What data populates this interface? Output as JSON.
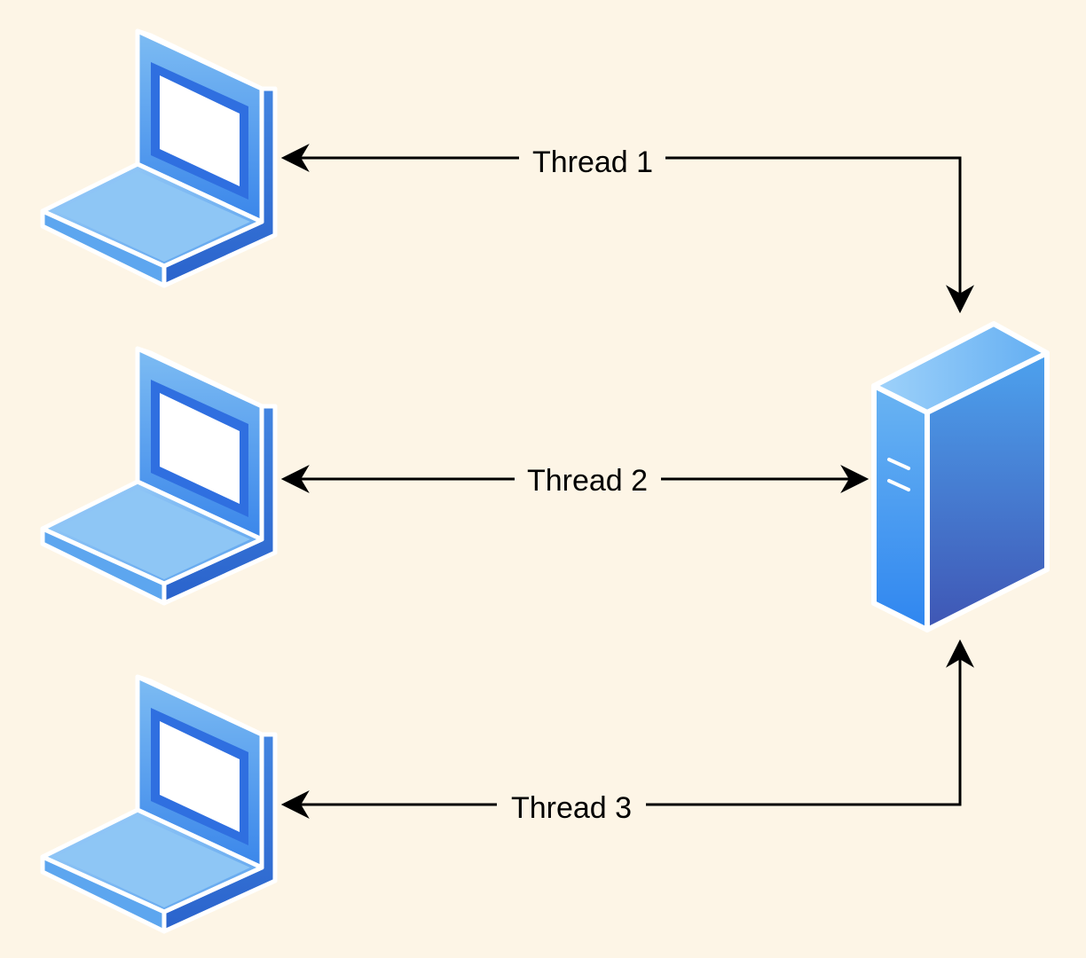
{
  "diagram": {
    "background": "#fdf5e6",
    "nodes": [
      {
        "id": "laptop-1",
        "icon": "laptop-icon"
      },
      {
        "id": "laptop-2",
        "icon": "laptop-icon"
      },
      {
        "id": "laptop-3",
        "icon": "laptop-icon"
      },
      {
        "id": "server",
        "icon": "server-icon"
      }
    ],
    "edges": [
      {
        "id": "thread-1",
        "label": "Thread 1",
        "from": "server",
        "to": "laptop-1",
        "bidirectional": true
      },
      {
        "id": "thread-2",
        "label": "Thread 2",
        "from": "server",
        "to": "laptop-2",
        "bidirectional": true
      },
      {
        "id": "thread-3",
        "label": "Thread 3",
        "from": "server",
        "to": "laptop-3",
        "bidirectional": true
      }
    ],
    "colors": {
      "icon_dark": "#2f6fe0",
      "icon_light": "#8ec6f5",
      "screen": "#ffffff",
      "line": "#000000"
    }
  }
}
